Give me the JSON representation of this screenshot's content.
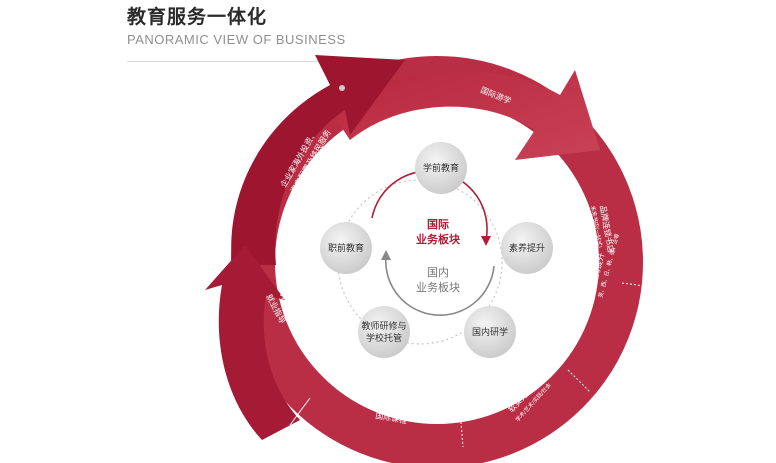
{
  "header": {
    "title": "教育服务一体化",
    "subtitle": "PANORAMIC VIEW OF BUSINESS"
  },
  "center": {
    "international": [
      "国际",
      "业务板块"
    ],
    "domestic": [
      "国内",
      "业务板块"
    ]
  },
  "nodes": {
    "preschool": [
      "学前教育"
    ],
    "quality": [
      "素养提升"
    ],
    "study_tour": [
      "国内研学"
    ],
    "teacher": [
      "教师研修与",
      "学校托管"
    ],
    "vocational": [
      "职前教育"
    ]
  },
  "ring": {
    "study_abroad": [
      "国际游学"
    ],
    "bookstore": [
      "品牌连锁书店",
      "未来书店(一站式)"
    ],
    "language": [
      "语言能力提升",
      "英、西、日、韩、德、法等"
    ],
    "soft_skills": [
      "软实力提升",
      "学术/艺术/实践/社会"
    ],
    "intl_courses": [
      "国际课程"
    ],
    "overseas": [
      "海外院校服务、学术辅导及",
      "就业指导"
    ],
    "enterprise": [
      "企业家海外投资、",
      "资产配置及移民服务"
    ]
  },
  "colors": {
    "ring_dark": "#9e1530",
    "ring_mid": "#b2283f",
    "ring_light": "#c43b51",
    "accent": "#b11d37",
    "node_fill": "#dddddd",
    "node_dark": "#bcbcbc"
  }
}
